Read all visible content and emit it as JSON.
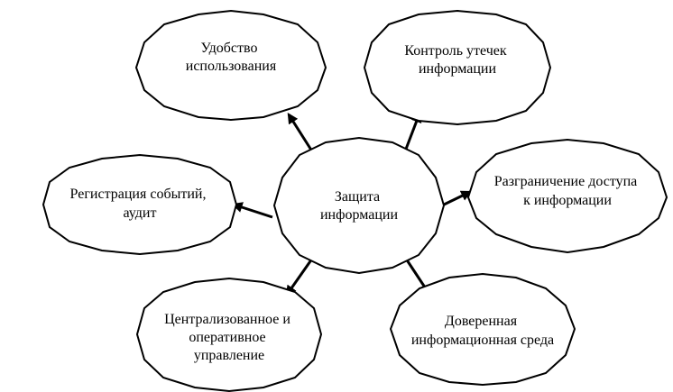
{
  "center": {
    "lines": [
      "Защита",
      "информации"
    ]
  },
  "nodes": [
    {
      "id": "usability",
      "lines": [
        "Удобство",
        "использования"
      ]
    },
    {
      "id": "leak-control",
      "lines": [
        "Контроль утечек",
        "информации"
      ]
    },
    {
      "id": "access-control",
      "lines": [
        "Разграничение доступа",
        "к информации"
      ]
    },
    {
      "id": "trusted-env",
      "lines": [
        "Доверенная",
        "информационная среда"
      ]
    },
    {
      "id": "management",
      "lines": [
        "Централизованное и",
        "оперативное",
        "управление"
      ]
    },
    {
      "id": "audit",
      "lines": [
        "Регистрация событий,",
        "аудит"
      ]
    }
  ],
  "colors": {
    "stroke": "#000000",
    "fill": "#ffffff",
    "text": "#000000"
  }
}
